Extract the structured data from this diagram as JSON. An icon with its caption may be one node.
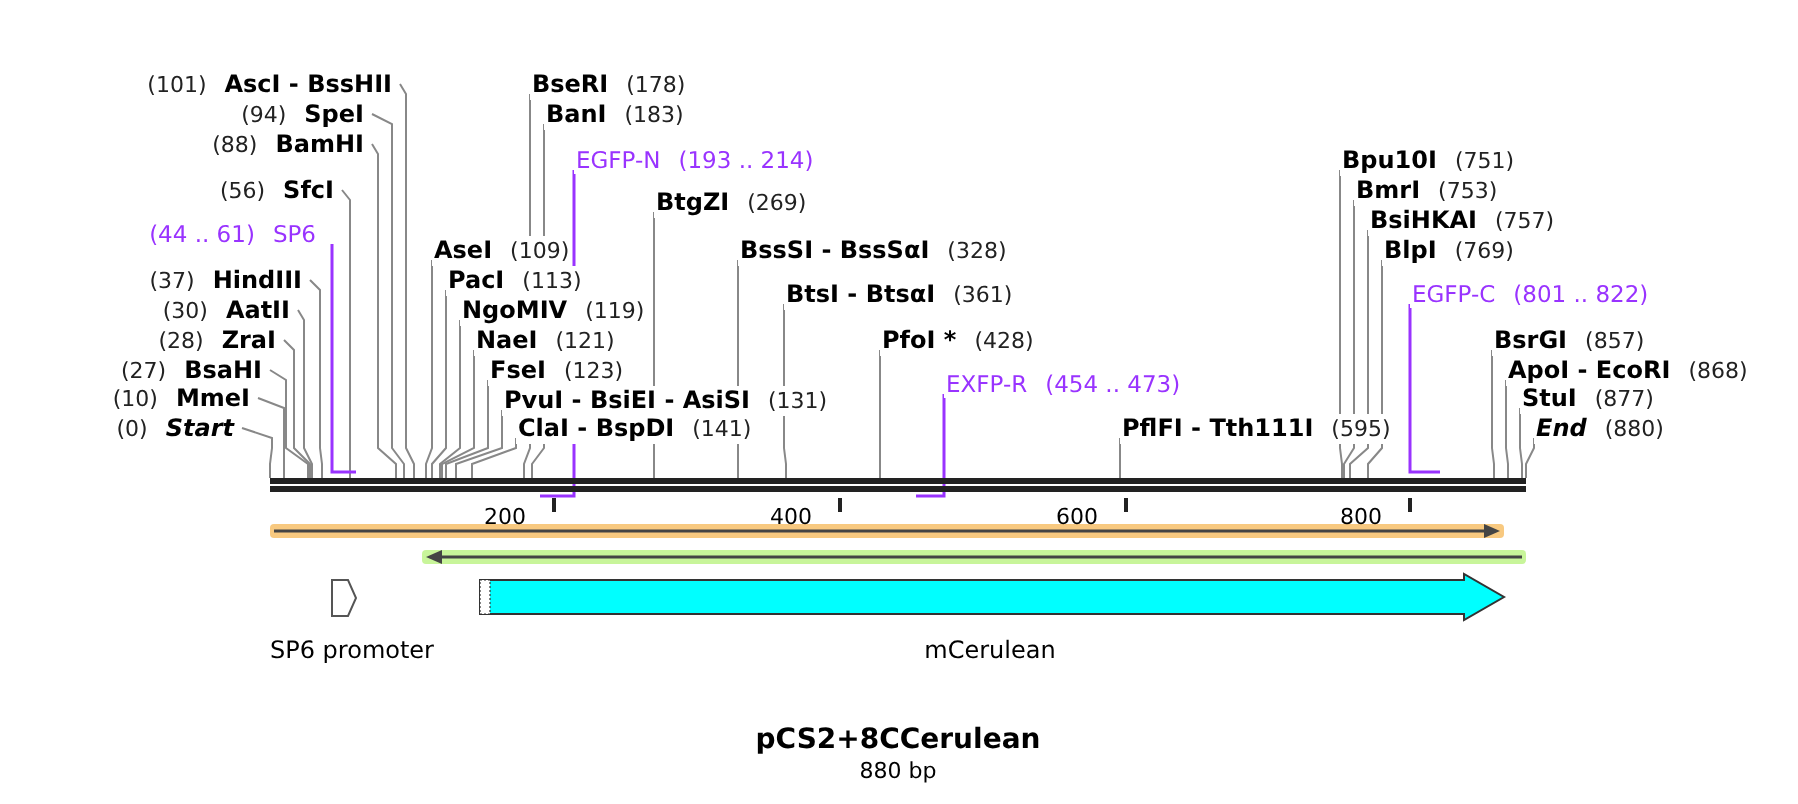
{
  "diagram": {
    "title": "pCS2+8CCerulean",
    "caption": "880 bp",
    "nodes": [
      {
        "text": [
          "(101)",
          "AscI - BssHII"
        ]
      },
      {
        "text": [
          "BseRI",
          "(178)"
        ]
      },
      {
        "text": [
          "(94)",
          "SpeI"
        ]
      },
      {
        "text": [
          "BanI",
          "(183)"
        ]
      },
      {
        "text": [
          "(88)",
          "BamHI"
        ]
      },
      {
        "text": [
          "EGFP-N",
          "(193 .. 214)"
        ]
      },
      {
        "text": [
          "Bpu10I",
          "(751)"
        ]
      },
      {
        "text": [
          "BmrI",
          "(753)"
        ]
      },
      {
        "text": [
          "(56)",
          "SfcI"
        ]
      },
      {
        "text": [
          "BtgZI",
          "(269)"
        ]
      },
      {
        "text": [
          "BsiHKAI",
          "(757)"
        ]
      },
      {
        "text": [
          "(44 .. 61)",
          "SP6"
        ]
      },
      {
        "text": [
          "AseI",
          "(109)"
        ]
      },
      {
        "text": [
          "BssSI - BssSαI",
          "(328)"
        ]
      },
      {
        "text": [
          "BlpI",
          "(769)"
        ]
      },
      {
        "text": [
          "(37)",
          "HindIII"
        ]
      },
      {
        "text": [
          "PacI",
          "(113)"
        ]
      },
      {
        "text": [
          "BtsI - BtsαI",
          "(361)"
        ]
      },
      {
        "text": [
          "EGFP-C",
          "(801 .. 822)"
        ]
      },
      {
        "text": [
          "(30)",
          "AatII"
        ]
      },
      {
        "text": [
          "NgoMIV",
          "(119)"
        ]
      },
      {
        "text": [
          "(28)",
          "ZraI"
        ]
      },
      {
        "text": [
          "NaeI",
          "(121)"
        ]
      },
      {
        "text": [
          "PfoI *",
          "(428)"
        ]
      },
      {
        "text": [
          "BsrGI",
          "(857)"
        ]
      },
      {
        "text": [
          "(27)",
          "BsaHI"
        ]
      },
      {
        "text": [
          "FseI",
          "(123)"
        ]
      },
      {
        "text": [
          "EXFP-R",
          "(454 .. 473)"
        ]
      },
      {
        "text": [
          "ApoI - EcoRI",
          "(868)"
        ]
      },
      {
        "text": [
          "(10)",
          "MmeI"
        ]
      },
      {
        "text": [
          "PvuI - BsiEI - AsiSI",
          "(131)"
        ]
      },
      {
        "text": [
          "StuI",
          "(877)"
        ]
      },
      {
        "text": [
          "(0)",
          "Start"
        ]
      },
      {
        "text": [
          "ClaI - BspDI",
          "(141)"
        ]
      },
      {
        "text": [
          "PflFI - Tth111I",
          "(595)"
        ]
      },
      {
        "text": [
          "End",
          "(880)"
        ]
      },
      {
        "text": [
          "SP6 promoter"
        ]
      },
      {
        "text": [
          "mCerulean"
        ]
      }
    ],
    "edges": [
      {
        "from": 0,
        "to": null,
        "arrow": "none"
      },
      {
        "from": 1,
        "to": null,
        "arrow": "none"
      },
      {
        "from": 2,
        "to": null,
        "arrow": "none"
      },
      {
        "from": 3,
        "to": null,
        "arrow": "none"
      },
      {
        "from": 4,
        "to": null,
        "arrow": "none"
      },
      {
        "from": 5,
        "to": null,
        "arrow": "none",
        "color": "#9933ff"
      },
      {
        "from": 6,
        "to": null,
        "arrow": "none"
      },
      {
        "from": 7,
        "to": null,
        "arrow": "none"
      },
      {
        "from": 8,
        "to": null,
        "arrow": "none"
      },
      {
        "from": 9,
        "to": null,
        "arrow": "none"
      },
      {
        "from": 10,
        "to": null,
        "arrow": "none"
      },
      {
        "from": 11,
        "to": null,
        "arrow": "none",
        "color": "#9933ff"
      },
      {
        "from": 12,
        "to": null,
        "arrow": "none"
      },
      {
        "from": 13,
        "to": null,
        "arrow": "none"
      },
      {
        "from": 14,
        "to": null,
        "arrow": "none"
      },
      {
        "from": 15,
        "to": null,
        "arrow": "none"
      },
      {
        "from": 16,
        "to": null,
        "arrow": "none"
      },
      {
        "from": 17,
        "to": null,
        "arrow": "none"
      },
      {
        "from": 18,
        "to": null,
        "arrow": "none",
        "color": "#9933ff"
      },
      {
        "from": 19,
        "to": null,
        "arrow": "none"
      },
      {
        "from": 20,
        "to": null,
        "arrow": "none"
      },
      {
        "from": 21,
        "to": null,
        "arrow": "none"
      },
      {
        "from": 22,
        "to": null,
        "arrow": "none"
      },
      {
        "from": 23,
        "to": null,
        "arrow": "none"
      },
      {
        "from": 24,
        "to": null,
        "arrow": "none"
      },
      {
        "from": 25,
        "to": null,
        "arrow": "none"
      },
      {
        "from": 26,
        "to": null,
        "arrow": "none"
      },
      {
        "from": 27,
        "to": null,
        "arrow": "none",
        "color": "#9933ff"
      },
      {
        "from": 28,
        "to": null,
        "arrow": "none"
      },
      {
        "from": 29,
        "to": null,
        "arrow": "none"
      },
      {
        "from": 30,
        "to": null,
        "arrow": "none"
      },
      {
        "from": 31,
        "to": null,
        "arrow": "none"
      },
      {
        "from": 32,
        "to": null,
        "arrow": "none"
      },
      {
        "from": 33,
        "to": null,
        "arrow": "none"
      },
      {
        "from": 34,
        "to": null,
        "arrow": "none"
      },
      {
        "from": 35,
        "to": null,
        "arrow": "none"
      }
    ],
    "labels": [
      "200",
      "400",
      "600",
      "800"
    ]
  }
}
